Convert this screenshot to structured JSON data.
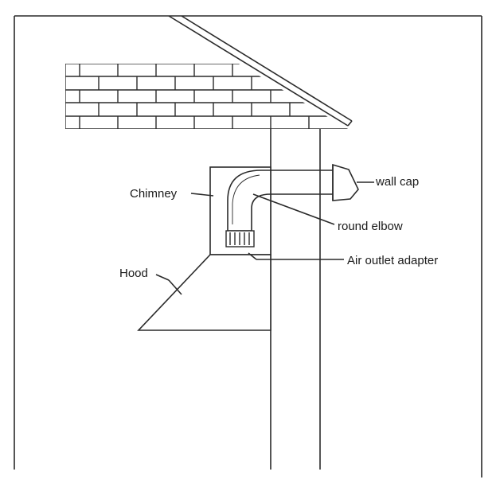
{
  "diagram": {
    "labels": {
      "wall_cap": "wall cap",
      "chimney": "Chimney",
      "round_elbow": "round elbow",
      "air_outlet_adapter": "Air outlet adapter",
      "hood": "Hood"
    },
    "colors": {
      "line": "#2a2a2a",
      "background": "#ffffff"
    }
  }
}
